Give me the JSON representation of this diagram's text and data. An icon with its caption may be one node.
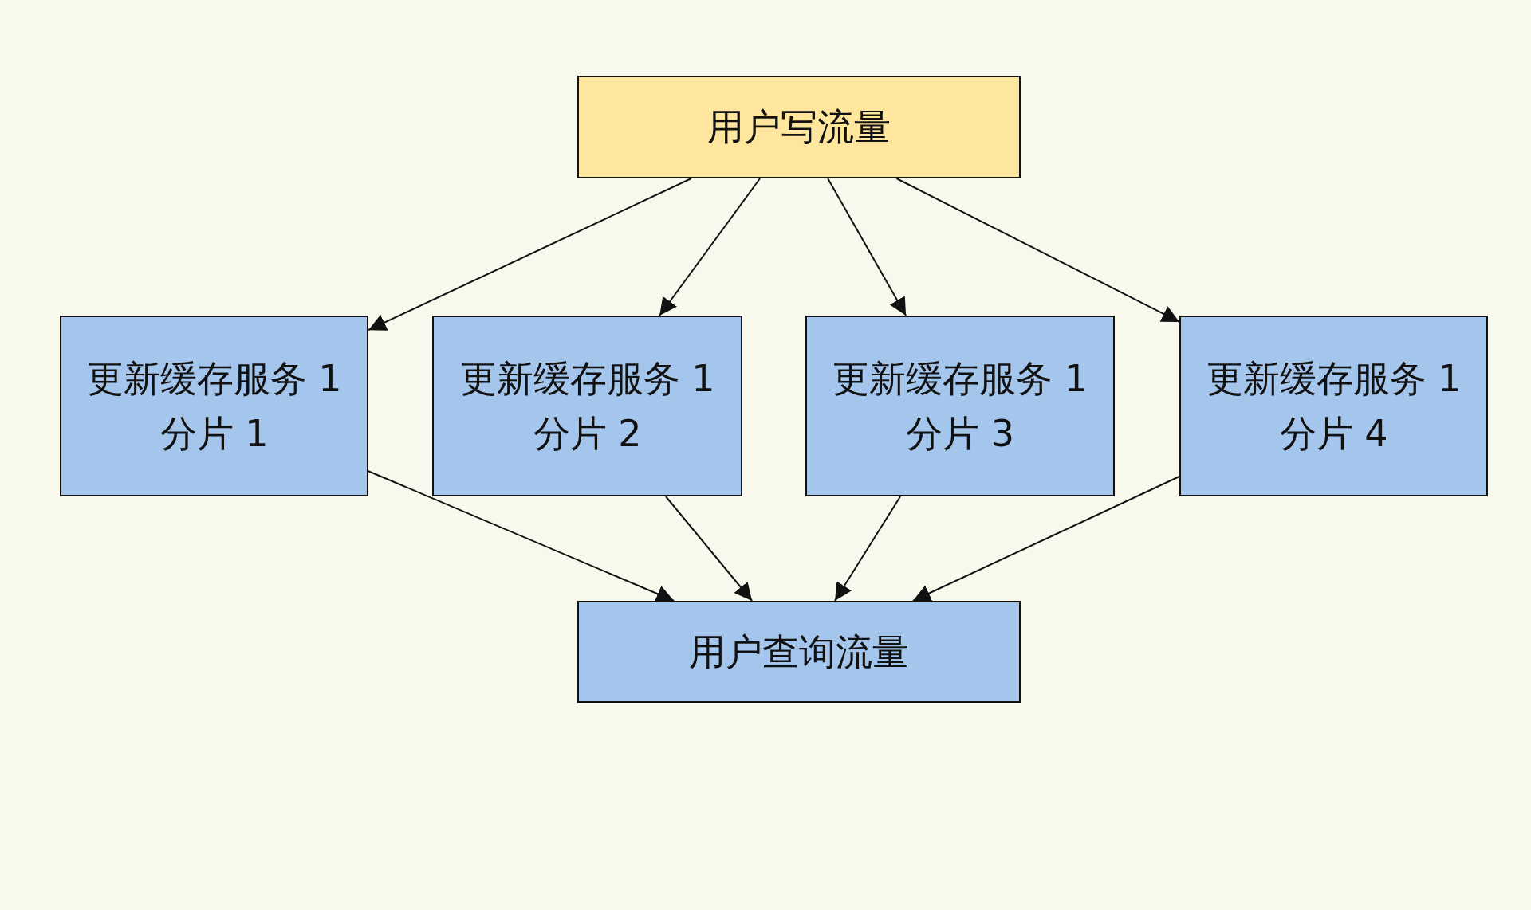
{
  "diagram": {
    "nodes": [
      {
        "text": [
          "用户写流量"
        ]
      },
      {
        "text": [
          "更新缓存服务 1 分片 1"
        ]
      },
      {
        "text": [
          "更新缓存服务 1 分片 2"
        ]
      },
      {
        "text": [
          "更新缓存服务 1 分片 3"
        ]
      },
      {
        "text": [
          "更新缓存服务 1 分片 4"
        ]
      },
      {
        "text": [
          "用户查询流量"
        ]
      }
    ],
    "edges": [
      {
        "from": 0,
        "to": 1,
        "arrow": "to"
      },
      {
        "from": 0,
        "to": 2,
        "arrow": "to"
      },
      {
        "from": 0,
        "to": 3,
        "arrow": "to"
      },
      {
        "from": 0,
        "to": 4,
        "arrow": "to"
      },
      {
        "from": 1,
        "to": 5,
        "arrow": "to"
      },
      {
        "from": 2,
        "to": 5,
        "arrow": "to"
      },
      {
        "from": 3,
        "to": 5,
        "arrow": "to"
      },
      {
        "from": 4,
        "to": 5,
        "arrow": "to"
      }
    ]
  }
}
